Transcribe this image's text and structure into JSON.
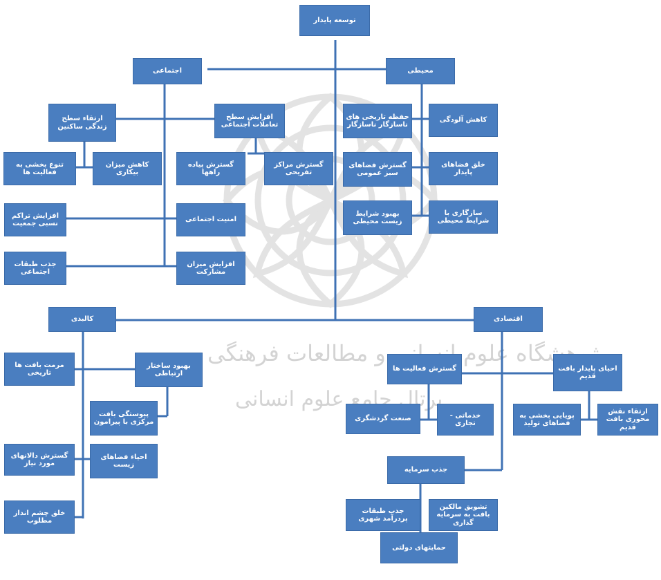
{
  "colors": {
    "box": "#4a7ec0",
    "line": "#3f72b4",
    "watermark": "#c9c9c9"
  },
  "watermark": {
    "icon": "rosette-logo-icon",
    "line1": "پژوهشگاه علوم انسانی و مطالعات فرهنگی",
    "line2": "پرتال جامع علوم انسانی"
  },
  "nodes": {
    "root": "توسعه پایدار",
    "social": "اجتماعی",
    "env": "محیطی",
    "finance": "کالبدی",
    "economic": "اقتصادی",
    "s_quality": "ارتقاء سطح زندگی ساکنین",
    "s_interaction": "افزایش سطح تعاملات اجتماعی",
    "s_diversity": "تنوع بخشی به فعالیت ها",
    "s_unemployment": "کاهش میزان بیکاری",
    "s_walk": "گسترش پیاده راهها",
    "s_leisure": "گسترش مراکز تفریحی",
    "s_density": "افزایش تراکم نسبی جمعیت",
    "s_security": "امنیت اجتماعی",
    "s_classes": "جذب طبقات اجتماعی",
    "s_participation": "افزایش میزان مشارکت",
    "e_poll": "کاهش آلودگی",
    "e_eco": "حفظه تاریخی های ناسازگار ناسازگار",
    "e_green": "خلق فضاهای پایدار",
    "e_greenspace": "گسترش فضاهای سبز عمومی",
    "e_adapt": "سازگاری با شرایط محیطی",
    "e_improve": "بهبود شرایط زیست محیطی",
    "p_hist": "مرمت بافت ها تاریخی",
    "p_struct": "بهبود ساختار ارتباطی",
    "p_link": "پیوستگی بافت مرکزی با پیرامون",
    "p_corridor": "گسترش دالانهای مورد نیاز",
    "p_revive": "احیاء فضاهای زیست",
    "p_view": "خلق چشم انداز مطلوب",
    "c_expand": "گسترش فعالیت ها",
    "c_revive": "احیای پایدار بافت قدیم",
    "c_tourism": "صنعت گردشگری",
    "c_service": "خدماتی - تجاری",
    "c_diverse": "پویایی بخشی به فضاهای تولید",
    "c_core": "ارتقاء نقش محوری بافت قدیم",
    "c_capital": "جذب سرمایه",
    "c_classes": "جذب طبقات پردرآمد شهری",
    "c_owners": "تشویق مالکین بافت به سرمایه گذاری",
    "c_support": "حمایتهای دولتی"
  }
}
